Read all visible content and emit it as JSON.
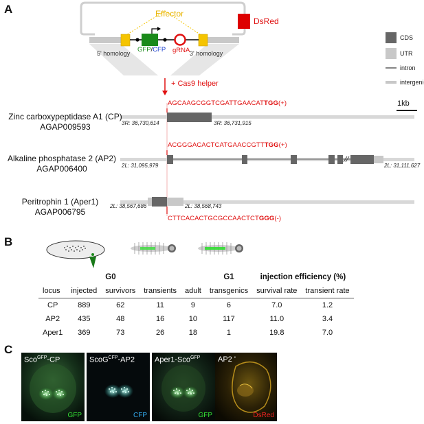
{
  "panels": {
    "a": "A",
    "b": "B",
    "c": "C"
  },
  "construct": {
    "effector": "Effector",
    "dsred": "DsRed",
    "gfp": "GFP",
    "slash": "/",
    "cfp": "CFP",
    "grna": "gRNA",
    "homology5": "5' homology",
    "homology3": "3' homology",
    "helper": "+ Cas9 helper"
  },
  "legend": [
    {
      "label": "CDS",
      "color": "#666666"
    },
    {
      "label": "UTR",
      "color": "#c8c8c8"
    },
    {
      "label": "intron",
      "color": "#333333"
    },
    {
      "label": "intergenic",
      "color": "#c8c8c8"
    }
  ],
  "scale_bar": "1kb",
  "genes": [
    {
      "name": "Zinc carboxypeptidase A1 (CP)",
      "id": "AGAP009593",
      "grna_seq": "AGCAAGCGGTCGATTGAACAT",
      "pam": "TGG",
      "strand": "(+)",
      "coord_left": "3R: 36,730,614",
      "coord_right": "3R: 36,731,915"
    },
    {
      "name": "Alkaline phosphatase 2 (AP2)",
      "id": "AGAP006400",
      "grna_seq": "ACGGGACACTCATGAACCGTT",
      "pam": "TGG",
      "strand": "(+)",
      "coord_left": "2L: 31,095,979",
      "coord_right": "2L: 31,111,627"
    },
    {
      "name": "Peritrophin 1 (Aper1)",
      "id": "AGAP006795",
      "grna_seq": "CTTCACACTGCGCCAACTCT",
      "pam": "GGG",
      "strand": "(-)",
      "coord_left": "2L: 38,567,686",
      "coord_right": "2L: 38,568,743"
    }
  ],
  "table": {
    "group_g0": "G0",
    "group_g1": "G1",
    "group_eff": "injection efficiency (%)",
    "columns": [
      "locus",
      "injected",
      "survivors",
      "transients",
      "adult",
      "transgenics",
      "survival rate",
      "transient rate"
    ],
    "rows": [
      [
        "CP",
        "889",
        "62",
        "11",
        "9",
        "6",
        "7.0",
        "1.2"
      ],
      [
        "AP2",
        "435",
        "48",
        "16",
        "10",
        "117",
        "11.0",
        "3.4"
      ],
      [
        "Aper1",
        "369",
        "73",
        "26",
        "18",
        "1",
        "19.8",
        "7.0"
      ]
    ]
  },
  "micrographs": [
    {
      "pre": "Sco",
      "sup": "GFP",
      "post": "-CP",
      "channel": "GFP",
      "channel_color": "#33dd33"
    },
    {
      "pre": "ScoG",
      "sup": "CFP",
      "post": "-AP2",
      "channel": "CFP",
      "channel_color": "#33aaee"
    },
    {
      "pre": "Aper1-Sco",
      "sup": "GFP",
      "post": "",
      "channel": "GFP",
      "channel_color": "#33dd33"
    },
    {
      "pre": "AP2 '",
      "sup": "",
      "post": "",
      "channel": "DsRed",
      "channel_color": "#ee2222"
    }
  ],
  "colors": {
    "red": "#e01010",
    "yellow": "#f5c400",
    "green": "#1a8a1a",
    "blue": "#1a3fcc"
  }
}
